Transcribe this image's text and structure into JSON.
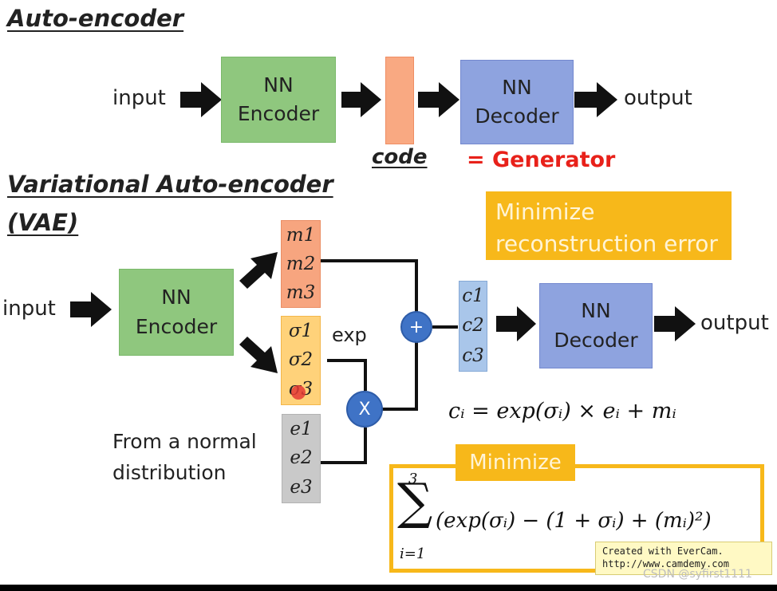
{
  "sections": {
    "ae_title": "Auto-encoder",
    "vae_title_line1": "Variational Auto-encoder",
    "vae_title_line2": "(VAE)"
  },
  "autoencoder": {
    "input_label": "input",
    "encoder": "NN\nEncoder",
    "code_label": "code",
    "decoder": "NN\nDecoder",
    "output_label": "output",
    "generator_note": "= Generator"
  },
  "vae": {
    "input_label": "input",
    "encoder": "NN\nEncoder",
    "m_items": [
      "m1",
      "m2",
      "m3"
    ],
    "sigma_items": [
      "σ1",
      "σ2",
      "σ3"
    ],
    "e_items": [
      "e1",
      "e2",
      "e3"
    ],
    "c_items": [
      "c1",
      "c2",
      "c3"
    ],
    "exp_label": "exp",
    "plus_symbol": "+",
    "times_symbol": "X",
    "normal_label_line1": "From a normal",
    "normal_label_line2": "distribution",
    "decoder": "NN\nDecoder",
    "output_label": "output",
    "minimize_recon": "Minimize\nreconstruction error",
    "c_formula": "cᵢ = exp(σᵢ) × eᵢ + mᵢ",
    "minimize_label": "Minimize",
    "sum_formula": "(exp(σᵢ) − (1 + σᵢ) + (mᵢ)²)",
    "sum_upper": "3",
    "sum_lower": "i=1"
  },
  "watermark": {
    "line1": "Created with EverCam.",
    "line2": "http://www.camdemy.com",
    "csdn": "CSDN @syfirst1111"
  },
  "colors": {
    "encoder_green": "#8fc77e",
    "decoder_blue": "#8ea3df",
    "code_orange": "#f9a982",
    "sigma_yellow": "#ffd27a",
    "noise_gray": "#c9c9c9",
    "c_blue": "#a9c6ea",
    "minimize_gold": "#f7b81a",
    "generator_red": "#e8211a"
  }
}
